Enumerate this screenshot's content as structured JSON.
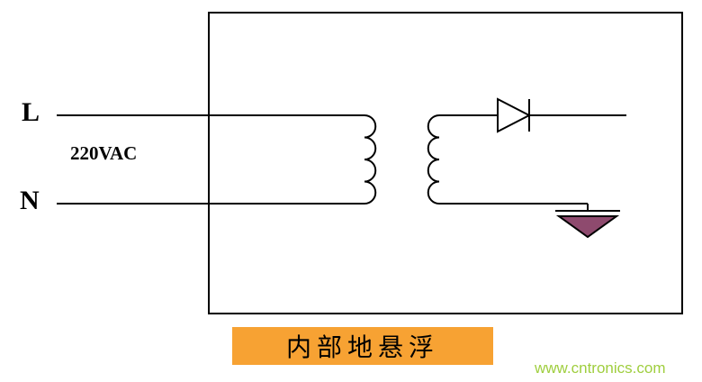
{
  "diagram": {
    "labels": {
      "line_l": "L",
      "line_n": "N",
      "voltage": "220VAC"
    },
    "banner": {
      "text": "内部地悬浮",
      "bg_color": "#F7A233"
    },
    "watermark": {
      "text": "www.cntronics.com",
      "color": "#9FCE3E"
    },
    "colors": {
      "line": "#000000",
      "ground_fill": "#8E4A6E"
    }
  }
}
